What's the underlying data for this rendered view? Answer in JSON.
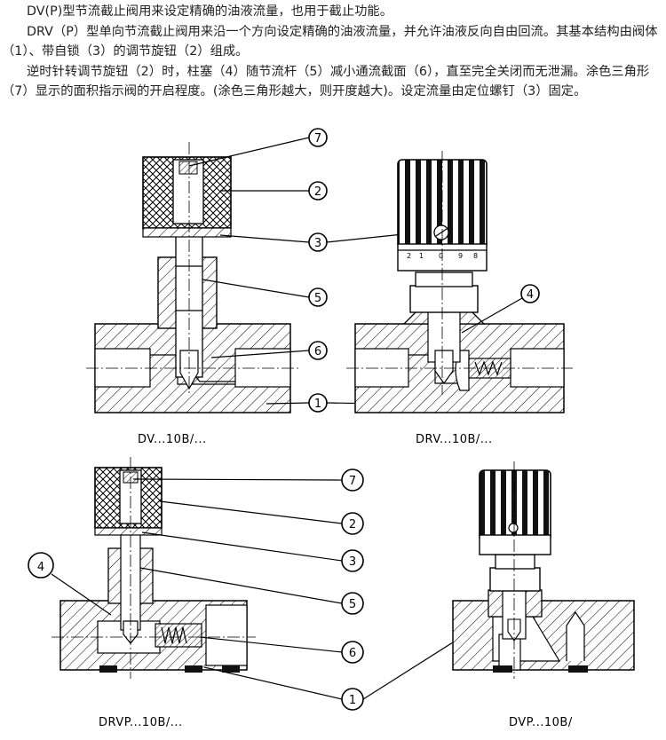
{
  "paragraphs": [
    "DV(P)型节流截止阀用来设定精确的油液流量，也用于截止功能。",
    "DRV（P）型单向节流截止阀用来沿一个方向设定精确的油液流量，并允许油液反向自由回流。其基本结构由阀体（1）、带自锁（3）的调节旋钮（2）组成。",
    "逆时针转调节旋钮（2）时，柱塞（4）随节流杆（5）减小通流截面（6），直至完全关闭而无泄漏。涂色三角形（7）显示的面积指示阀的开启程度。(涂色三角形越大，则开度越大)。设定流量由定位螺钉（3）固定。"
  ],
  "captions": {
    "dv": "DV...10B/...",
    "drv": "DRV...10B/...",
    "drvp": "DRVP...10B/...",
    "dvp": "DVP...10B/"
  },
  "callouts": [
    "7",
    "2",
    "3",
    "5",
    "6",
    "1",
    "4",
    "7",
    "2",
    "3",
    "5",
    "6",
    "1",
    "4"
  ],
  "scale_marks": [
    "2",
    "1",
    "0",
    "9",
    "8"
  ]
}
